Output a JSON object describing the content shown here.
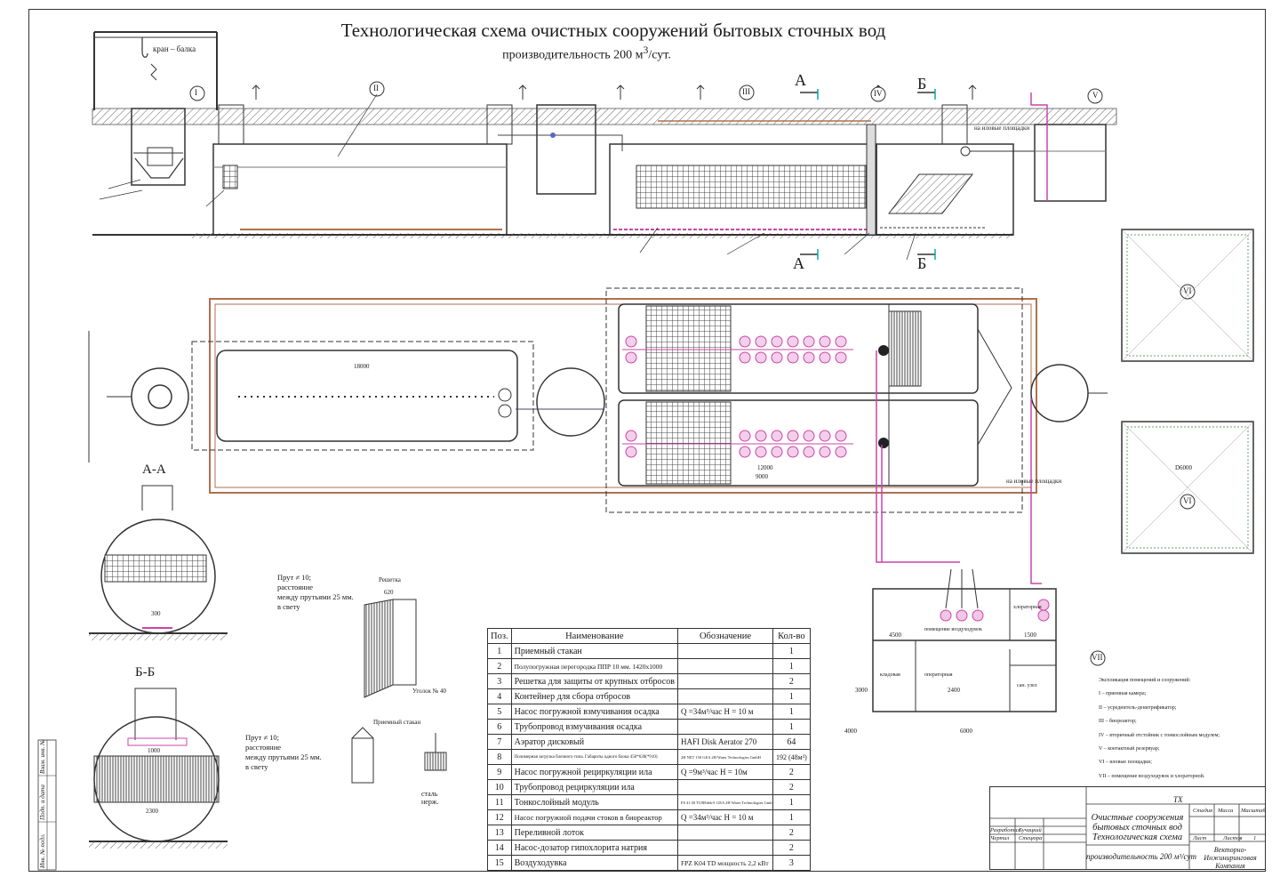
{
  "title": "Технологическая схема очистных сооружений бытовых сточных вод",
  "subtitle_prefix": "производительность 200 м",
  "subtitle_sup": "3",
  "subtitle_suffix": "/сут.",
  "section_marks": {
    "a_top": "А",
    "b_top": "Б",
    "a_bottom": "А",
    "b_bottom": "Б"
  },
  "roman": [
    "I",
    "II",
    "III",
    "IV",
    "V",
    "VI",
    "VI",
    "VII"
  ],
  "section_titles": {
    "aa": "А-А",
    "bb": "Б-Б"
  },
  "labels": {
    "crane": "кран – балка",
    "to_beds_1": "на иловые площадки",
    "to_beds_2": "на иловые площадки",
    "air_room": "помещение воздуходувок",
    "operator": "операторная",
    "chlor": "хлораторная",
    "toilet": "сан. узел",
    "storage": "кладовая",
    "grate_title": "Решетка",
    "grate_corner": "Уголок № 40",
    "cup_title": "Приемный стакан",
    "steel": "сталь нерж."
  },
  "dims": {
    "d1": "18000",
    "d2": "12000",
    "d3": "9000",
    "d4": "4000",
    "d5": "6000",
    "d6": "2300",
    "d7": "1000",
    "d8": "620",
    "d9": "300",
    "d10": "3000",
    "d11": "4500",
    "d12": "2400",
    "d13": "1500",
    "d14": "D6000"
  },
  "notes": {
    "bar1": "Прут ≠ 10;\nрасстояние\nмежду прутьями 25 мм.\nв свету",
    "bar2": "Прут ≠ 10;\nрасстояние\nмежду прутьями 25 мм.\nв свету"
  },
  "table": {
    "headers": [
      "Поз.",
      "Наименование",
      "Обозначение",
      "Кол-во"
    ],
    "rows": [
      [
        "1",
        "Приемный стакан",
        "",
        "1"
      ],
      [
        "2",
        "Полупогружная перегородка ППР 10 мм. 1420х1000",
        "",
        "1"
      ],
      [
        "3",
        "Решетка для защиты от крупных отбросов",
        "",
        "2"
      ],
      [
        "4",
        "Контейнер для сбора отбросов",
        "",
        "1"
      ],
      [
        "5",
        "Насос погружной взмучивания осадка",
        "Q =34м³/час H = 10 м",
        "1"
      ],
      [
        "6",
        "Трубопровод взмучивания осадка",
        "",
        "1"
      ],
      [
        "7",
        "Аэратор дисковый",
        "HAFI Disk Aerator 270",
        "64"
      ],
      [
        "8",
        "Полимерная загрузка блочного типа. Габариты одного блока 450*630(*910)",
        "2H NET 150 GEA 2H Water Technologies GmbH",
        "192 (48м³)"
      ],
      [
        "9",
        "Насос погружной рециркуляции ила",
        "Q =9м³/час H = 10м",
        "2"
      ],
      [
        "10",
        "Трубопровод рециркуляции ила",
        "",
        "2"
      ],
      [
        "11",
        "Тонкослойный модуль",
        "FS 41.50 TUBEdek® GEA 2H Water Technologies GmbH",
        "1"
      ],
      [
        "12",
        "Насос погружной подачи стоков в биореактор",
        "Q =34м³/час H = 10 м",
        "1"
      ],
      [
        "13",
        "Переливной лоток",
        "",
        "2"
      ],
      [
        "14",
        "Насос-дозатор гипохлорита натрия",
        "",
        "2"
      ],
      [
        "15",
        "Воздуходувка",
        "FPZ K04 TD мощность 2,2 кВт",
        "3"
      ]
    ]
  },
  "explication": [
    "Экспликация помещений и сооружений:",
    "I – приемная камера;",
    "II – усреднитель-денитрификатор;",
    "III – биореактор;",
    "IV – вторичный отстойник с тонкослойным модулем;",
    "V – контактный резервуар;",
    "VI – иловые площадки;",
    "VII – помещение воздуходувок и хлораторной."
  ],
  "stamp": {
    "code": "ТХ",
    "object": "Очистные сооружения бытовых сточных вод Технологическая схема",
    "productivity": "производительность 200 м³/сут",
    "org": "Векторно-Инжиниринговая Компания",
    "dev": "Разработал",
    "dev_name": "Бучацкий",
    "check": "Чертил",
    "check_name": "Стецюра",
    "stage": "Стадия",
    "mass": "Масса",
    "scale": "Масштаб",
    "sheet": "Лист",
    "sheets": "Листов",
    "sheets_n": "1"
  },
  "side_strip": [
    "Инв. № подл.",
    "Подп. и дата",
    "Взам. инв. №"
  ],
  "colors": {
    "line": "#333333",
    "pink": "#cc44aa",
    "brown": "#b07050",
    "grid": "#555555"
  }
}
